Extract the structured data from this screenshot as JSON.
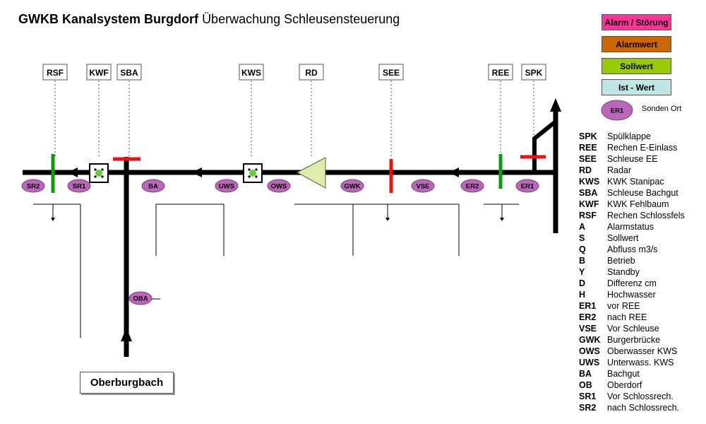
{
  "title": {
    "bold": "GWKB Kanalsystem Burgdorf",
    "normal": "Überwachung Schleusensteuerung"
  },
  "legend": {
    "keys": [
      {
        "label": "Alarm / Störung",
        "color": "#ff3399"
      },
      {
        "label": "Alarmwert",
        "color": "#cc6600"
      },
      {
        "label": "Sollwert",
        "color": "#99cc00"
      },
      {
        "label": "Ist - Wert",
        "color": "#bfe6e6"
      }
    ],
    "sonden": {
      "badge": "ER1",
      "label": "Sonden Ort"
    }
  },
  "station_labels": [
    "RSF",
    "KWF",
    "SBA",
    "KWS",
    "RD",
    "SEE",
    "REE",
    "SPK"
  ],
  "sensors": [
    "SR2",
    "SR1",
    "BA",
    "UWS",
    "OWS",
    "GWK",
    "VSE",
    "ER2",
    "ER1",
    "OBA"
  ],
  "inflow_label": "Oberburgbach",
  "abbreviations": [
    {
      "code": "SPK",
      "text": "Spülklappe"
    },
    {
      "code": "REE",
      "text": "Rechen E-Einlass"
    },
    {
      "code": "SEE",
      "text": "Schleuse  EE"
    },
    {
      "code": "RD",
      "text": "Radar"
    },
    {
      "code": "KWS",
      "text": "KWK Stanipac"
    },
    {
      "code": "SBA",
      "text": "Schleuse Bachgut"
    },
    {
      "code": "KWF",
      "text": "KWK Fehlbaum"
    },
    {
      "code": "RSF",
      "text": "Rechen Schlossfels"
    },
    {
      "code": "A",
      "text": "Alarmstatus"
    },
    {
      "code": "S",
      "text": "Sollwert"
    },
    {
      "code": "Q",
      "text": "Abfluss m3/s"
    },
    {
      "code": "B",
      "text": "Betrieb"
    },
    {
      "code": "Y",
      "text": "Standby"
    },
    {
      "code": "D",
      "text": "Differenz  cm"
    },
    {
      "code": "H",
      "text": "Hochwasser"
    },
    {
      "code": "ER1",
      "text": "vor REE"
    },
    {
      "code": "ER2",
      "text": "nach REE"
    },
    {
      "code": "VSE",
      "text": "Vor Schleuse"
    },
    {
      "code": "GWK",
      "text": "Burgerbrücke"
    },
    {
      "code": "OWS",
      "text": "Oberwasser KWS"
    },
    {
      "code": "UWS",
      "text": "Unterwass.  KWS"
    },
    {
      "code": "BA",
      "text": "Bachgut"
    },
    {
      "code": "OB",
      "text": "Oberdorf"
    },
    {
      "code": "SR1",
      "text": "Vor Schlossrech."
    },
    {
      "code": "SR2",
      "text": "nach Schlossrech."
    }
  ],
  "colors": {
    "alarm_bar": "#ee1111",
    "ok_bar": "#119911",
    "sensor_fill": "#bb66bb",
    "radar_fill": "#ddeeaa",
    "turbine_dot": "#66cc33"
  }
}
